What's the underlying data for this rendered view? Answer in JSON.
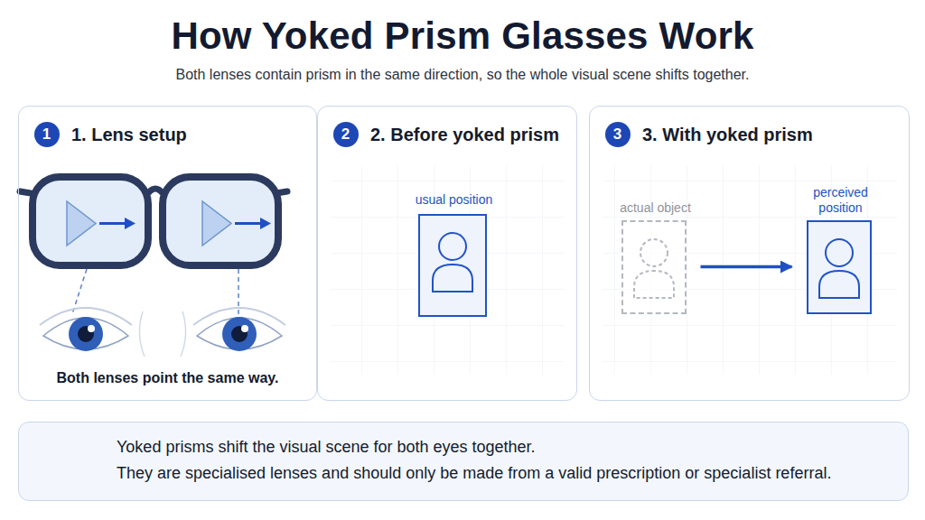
{
  "diagram": {
    "title": "How Yoked Prism Glasses Work",
    "caption": "Both lenses contain prism in the same direction, so the whole visual scene shifts together.",
    "nodes": [
      {
        "text": [
          "1. Lens setup",
          "Both lenses point the same way."
        ]
      },
      {
        "text": [
          "1"
        ],
        "in": 0
      },
      {
        "text": [
          "2. Before yoked prism"
        ]
      },
      {
        "text": [
          "2"
        ],
        "in": 2
      },
      {
        "text": [
          "usual position"
        ],
        "in": 2
      },
      {
        "text": [
          "3. With yoked prism"
        ]
      },
      {
        "text": [
          "3"
        ],
        "in": 5
      },
      {
        "text": [
          "actual object"
        ],
        "in": 5
      },
      {
        "text": [
          "perceived position"
        ],
        "in": 5
      },
      {
        "text": [
          "Yoked prisms shift the visual scene for both eyes together.",
          "They are specialised lenses and should only be made from a valid prescription or specialist referral."
        ]
      }
    ],
    "edges": [
      {
        "from": 7,
        "to": 8,
        "arrow": "to"
      }
    ]
  }
}
